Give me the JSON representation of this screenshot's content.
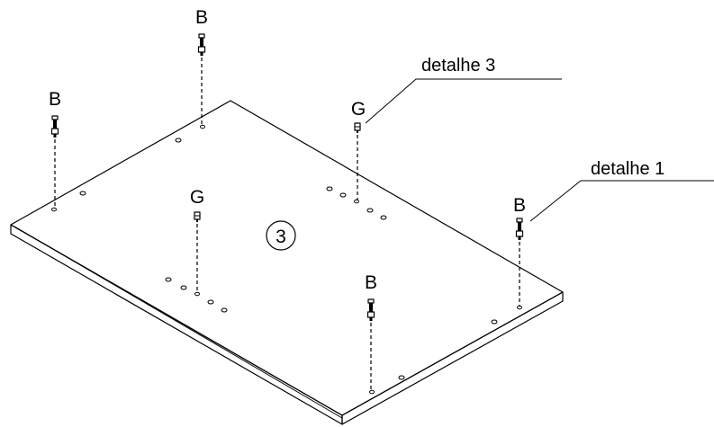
{
  "panel_number": "3",
  "callouts": [
    {
      "text": "detalhe 3"
    },
    {
      "text": "detalhe 1"
    }
  ],
  "fasteners": [
    {
      "letter": "B",
      "kind": "bolt"
    },
    {
      "letter": "B",
      "kind": "bolt"
    },
    {
      "letter": "G",
      "kind": "dowel"
    },
    {
      "letter": "G",
      "kind": "dowel"
    },
    {
      "letter": "B",
      "kind": "bolt"
    },
    {
      "letter": "B",
      "kind": "bolt"
    }
  ]
}
